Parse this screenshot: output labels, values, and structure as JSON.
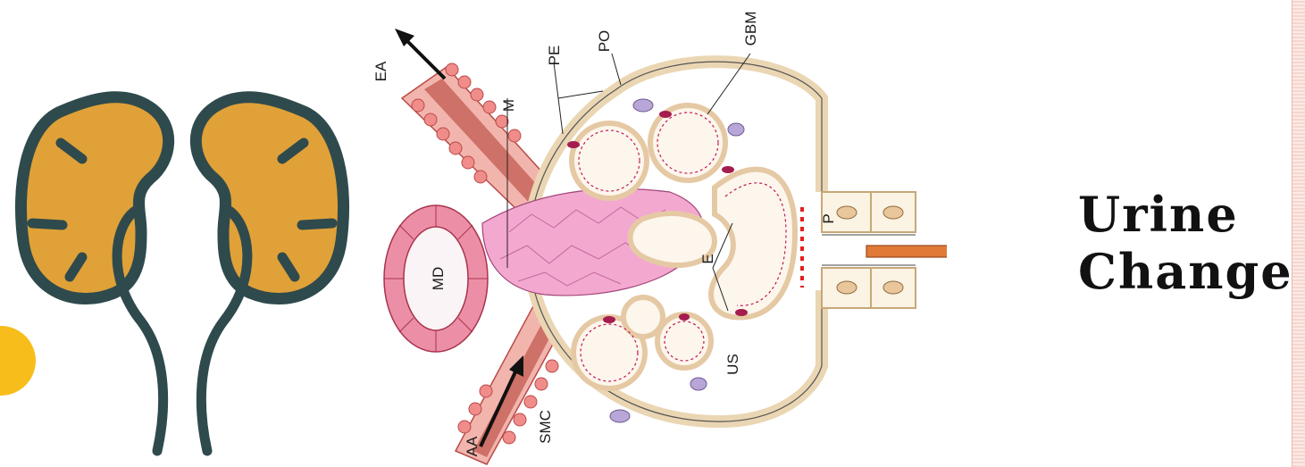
{
  "labels": {
    "ea": "EA",
    "m": "M",
    "pe": "PE",
    "po": "PO",
    "gbm": "GBM",
    "md": "MD",
    "p": "P",
    "e": "E",
    "us": "US",
    "aa": "AA",
    "smc": "SMC"
  },
  "outcome": {
    "line1": "Urine",
    "line2": "Change"
  },
  "colors": {
    "kidney_fill": "#e0a138",
    "kidney_outline": "#2f4a4c",
    "accent_arrow": "#e07a36",
    "dot": "#f7be1b",
    "dotted_marker": "#e31e1e"
  },
  "icons": [
    "kidneys-icon",
    "glomerulus-diagram",
    "arrow-right-icon"
  ]
}
